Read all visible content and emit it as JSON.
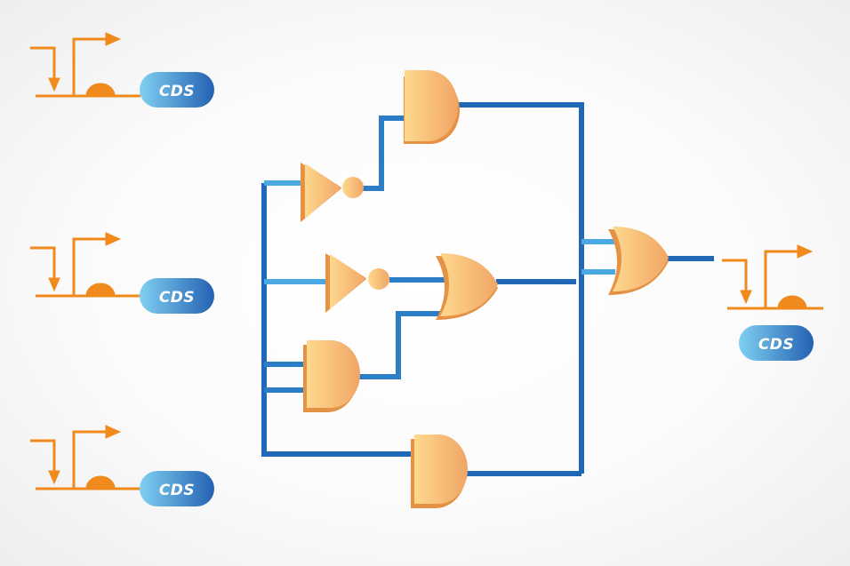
{
  "diagram": {
    "inputs": [
      {
        "id": "input-1",
        "label": "CDS"
      },
      {
        "id": "input-2",
        "label": "CDS"
      },
      {
        "id": "input-3",
        "label": "CDS"
      }
    ],
    "output": {
      "id": "output",
      "label": "CDS"
    },
    "gates": [
      {
        "id": "and-gate-top",
        "type": "AND"
      },
      {
        "id": "not-gate-top",
        "type": "NOT"
      },
      {
        "id": "not-gate-middle",
        "type": "NOT"
      },
      {
        "id": "or-gate-middle",
        "type": "OR"
      },
      {
        "id": "and-gate-lower",
        "type": "AND"
      },
      {
        "id": "and-gate-bottom",
        "type": "AND"
      },
      {
        "id": "or-gate-output",
        "type": "OR"
      }
    ],
    "colors": {
      "wire_light": "#5ec4f2",
      "wire_dark": "#1f68b8",
      "gate_light": "#ffd286",
      "gate_dark": "#f0a766",
      "gate_shadow": "#e59245",
      "sensor_orange": "#f08a1c",
      "pill_light": "#72c8ef",
      "pill_dark": "#2664b3"
    }
  }
}
